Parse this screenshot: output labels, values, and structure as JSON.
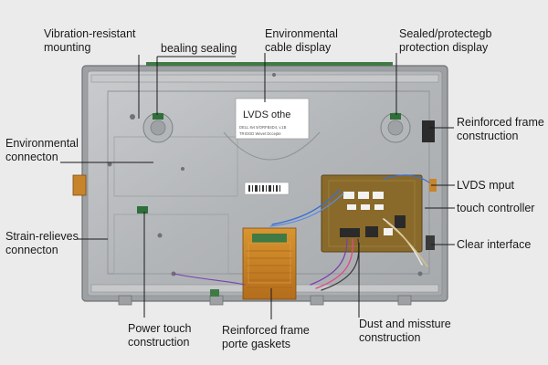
{
  "callouts": {
    "vibration_mounting": [
      "Vibration-resistant",
      "mounting"
    ],
    "bealing_sealing": [
      "bealing sealing"
    ],
    "env_cable_display": [
      "Environmental",
      "cable display"
    ],
    "sealed_protection": [
      "Sealed/protectegb",
      "protection display"
    ],
    "reinforced_frame_construction": [
      "Reinforced frame",
      "construction"
    ],
    "env_connecton": [
      "Environmental",
      "connecton"
    ],
    "lvds_mput": [
      "LVDS mput"
    ],
    "touch_controller": [
      "touch controller"
    ],
    "strain_relieves": [
      "Strain-relieves",
      "connecton"
    ],
    "clear_interface": [
      "Clear interface"
    ],
    "power_touch": [
      "Power touch",
      "construction"
    ],
    "reinforced_frame_gaskets": [
      "Reinforced frame",
      "porte  gaskets"
    ],
    "dust_moisture": [
      "Dust and missture",
      "construction"
    ]
  },
  "sticker": {
    "title": "LVDS    othe",
    "line1": "DELL 8vt 5/ORFB4D4, v.1B",
    "line2": "TRIOOD          Wevet Dccepte"
  },
  "colors": {
    "background": "#ebebeb",
    "chassis": "#b9bcbf",
    "pcb": "#8a6a2a",
    "flex_cable": "#c8842a",
    "leader_line": "#1a1a1a"
  }
}
